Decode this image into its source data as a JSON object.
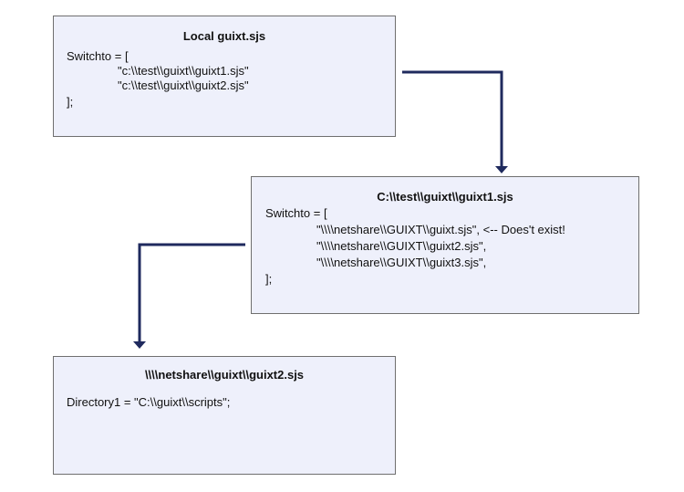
{
  "box1": {
    "title": "Local guixt.sjs",
    "lines": [
      "Switchto = [",
      "\"c:\\\\test\\\\guixt\\\\guixt1.sjs\"",
      "\"c:\\\\test\\\\guixt\\\\guixt2.sjs\"",
      "];"
    ]
  },
  "box2": {
    "title": "C:\\\\test\\\\guixt\\\\guixt1.sjs",
    "lines": [
      "Switchto = [",
      "\"\\\\\\\\netshare\\\\GUIXT\\\\guixt.sjs\", <-- Does't exist!",
      "\"\\\\\\\\netshare\\\\GUIXT\\\\guixt2.sjs\",",
      "\"\\\\\\\\netshare\\\\GUIXT\\\\guixt3.sjs\",",
      "];"
    ]
  },
  "box3": {
    "title": "\\\\\\\\netshare\\\\guixt\\\\guixt2.sjs",
    "lines": [
      "Directory1 = \"C:\\\\guixt\\\\scripts\";"
    ]
  },
  "colors": {
    "box_fill": "#eef0fb",
    "box_border": "#6f6f6f",
    "connector": "#1f2a5e"
  }
}
